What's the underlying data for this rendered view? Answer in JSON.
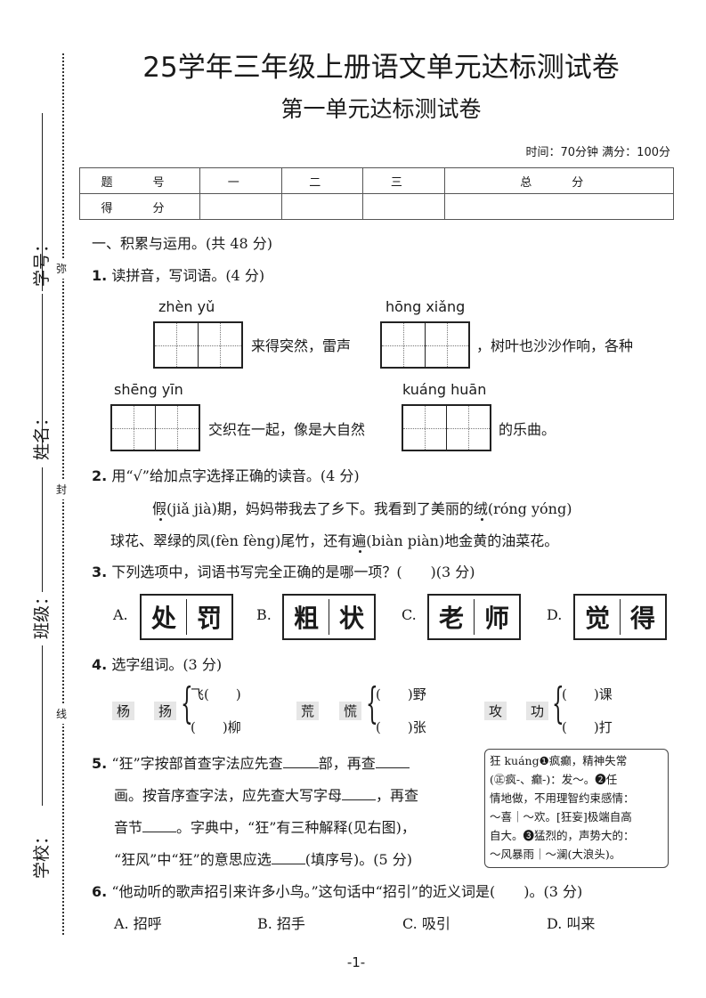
{
  "title": "25学年三年级上册语文单元达标测试卷",
  "subtitle": "第一单元达标测试卷",
  "meta": "时间：70分钟  满分：100分",
  "side_labels": {
    "student_no": "学号：",
    "name": "姓名：",
    "class": "班级：",
    "school": "学校："
  },
  "seal_chars": [
    "弥",
    "封",
    "线"
  ],
  "score_table": {
    "row1": [
      "题　号",
      "一",
      "二",
      "三",
      "总　分"
    ],
    "row2": [
      "得　分",
      "",
      "",
      "",
      ""
    ]
  },
  "section1": "一、积累与运用。(共 48 分)",
  "q1": {
    "num": "1.",
    "text": "读拼音，写词语。(4 分)",
    "pinyin": [
      "zhèn  yǔ",
      "hōng xiǎng",
      "shēng  yīn",
      "kuáng huān"
    ],
    "text_a": "来得突然，雷声",
    "text_b": "，树叶也沙沙作响，各种",
    "text_c": "交织在一起，像是大自然",
    "text_d": "的乐曲。"
  },
  "q2": {
    "num": "2.",
    "text": "用“√”给加点字选择正确的读音。(4 分)",
    "line1_a": "假",
    "line1_b": "(jiǎ  jià)期，妈妈带我去了乡下。我看到了美丽的",
    "line1_c": "绒",
    "line1_d": "(róng  yóng)",
    "line2_a": "球花、翠绿的凤",
    "line2_b": "(fèn  fèng)尾竹，还有",
    "line2_c": "遍",
    "line2_d": "(biàn  piàn)地金黄的油菜花。"
  },
  "q3": {
    "num": "3.",
    "text": "下列选项中，词语书写完全正确的是哪一项？(　　)(3 分)",
    "options": [
      {
        "letter": "A.",
        "chars": [
          "处",
          "罚"
        ]
      },
      {
        "letter": "B.",
        "chars": [
          "粗",
          "状"
        ]
      },
      {
        "letter": "C.",
        "chars": [
          "老",
          "师"
        ]
      },
      {
        "letter": "D.",
        "chars": [
          "觉",
          "得"
        ]
      }
    ]
  },
  "q4": {
    "num": "4.",
    "text": "选字组词。(3 分)",
    "groups": [
      {
        "chars": [
          "杨",
          "扬"
        ],
        "top": "飞(　　)",
        "bottom": "(　　)柳"
      },
      {
        "chars": [
          "荒",
          "慌"
        ],
        "top": "(　　)野",
        "bottom": "(　　)张"
      },
      {
        "chars": [
          "攻",
          "功"
        ],
        "top": "(　　)课",
        "bottom": "(　　)打"
      }
    ]
  },
  "q5": {
    "num": "5.",
    "l1a": "“狂”字按部首查字法应先查",
    "l1b": "部，再查",
    "l2a": "画。按音序查字法，应先查大写字母",
    "l2b": "，再查",
    "l3a": "音节",
    "l3b": "。字典中，“狂”有三种解释(见右图)，",
    "l4a": "“狂风”中“狂”的意思应选",
    "l4b": "(填序号)。(5 分)",
    "dict": [
      "狂 kuáng❶疯癫，精神失常",
      "(㊣疯-、癫-)：发～。❷任",
      "情地做，不用理智约束感情：",
      "～喜｜～欢。[狂妄]极端自高",
      "自大。❸猛烈的，声势大的：",
      "～风暴雨｜～澜(大浪头)。"
    ]
  },
  "q6": {
    "num": "6.",
    "text": "“他动听的歌声招引来许多小鸟。”这句话中“招引”的近义词是(　　)。(3 分)",
    "options": [
      "A. 招呼",
      "B. 招手",
      "C. 吸引",
      "D. 叫来"
    ]
  },
  "page_number": "-1-"
}
